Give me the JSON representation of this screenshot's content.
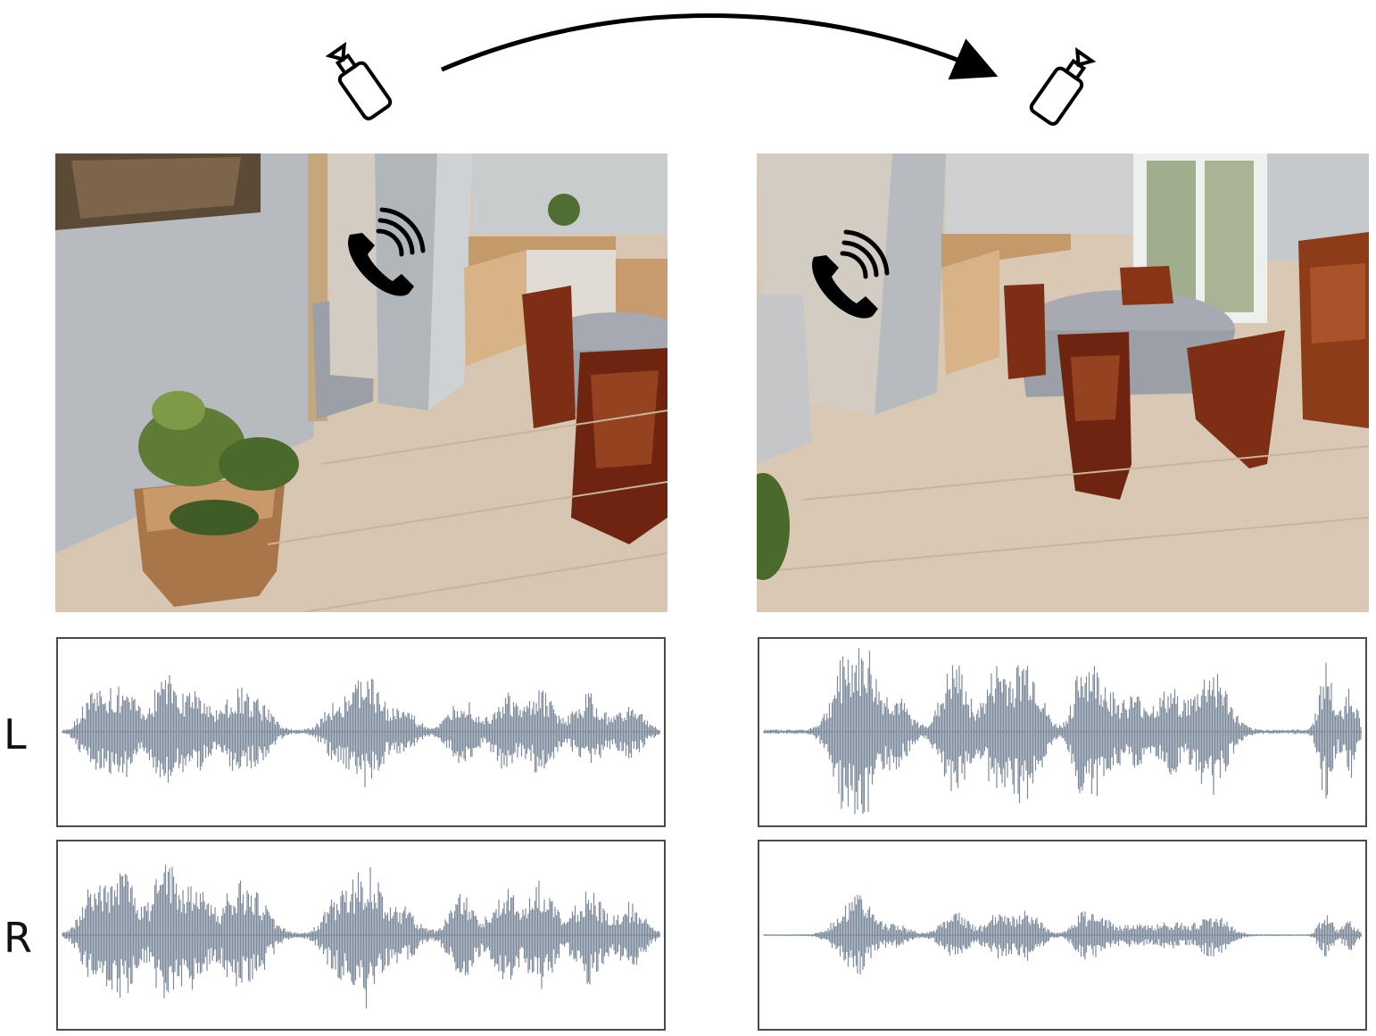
{
  "channels": {
    "left": "L",
    "right": "R"
  },
  "colors": {
    "waveform": "#7d8a9c",
    "panel_border": "#4a4a4a",
    "icon": "#000000",
    "wall": "#b9bcbf",
    "floor": "#d9c8b2",
    "wood": "#c9a47a",
    "chair": "#7a2a12",
    "table_cloth": "#a9adb3",
    "plant": "#5d7a34"
  },
  "icons": [
    "camera-icon",
    "phone-ringing-icon",
    "arrow-icon"
  ],
  "views": [
    {
      "name": "view-before",
      "waveform_seed": 3,
      "waveform_gain_left": 1.0,
      "waveform_gain_right": 1.25,
      "quiet_gap": true
    },
    {
      "name": "view-after",
      "waveform_seed": 11,
      "waveform_gain_left": 1.35,
      "waveform_gain_right": 0.45,
      "quiet_gap": false
    }
  ]
}
